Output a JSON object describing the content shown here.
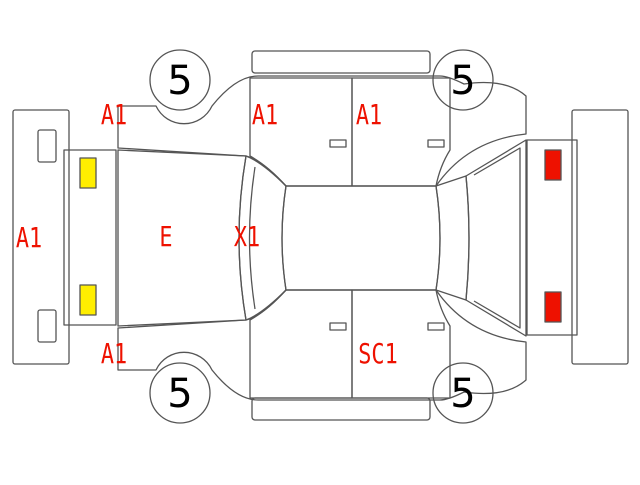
{
  "colors": {
    "outline": "#555555",
    "damage_text": "#ee1100",
    "headlight": "#ffee00",
    "taillight": "#ee1100",
    "background": "#ffffff"
  },
  "damage_codes": {
    "front_bumper": "A1",
    "front_left_fender": "A1",
    "front_left_door": "A1",
    "rear_left_door": "A1",
    "front_right_fender": "A1",
    "hood": "E",
    "windshield": "X1",
    "rear_right_door": "SC1"
  },
  "tire_depths": {
    "front_left": "5",
    "rear_left": "5",
    "front_right": "5",
    "rear_right": "5"
  }
}
